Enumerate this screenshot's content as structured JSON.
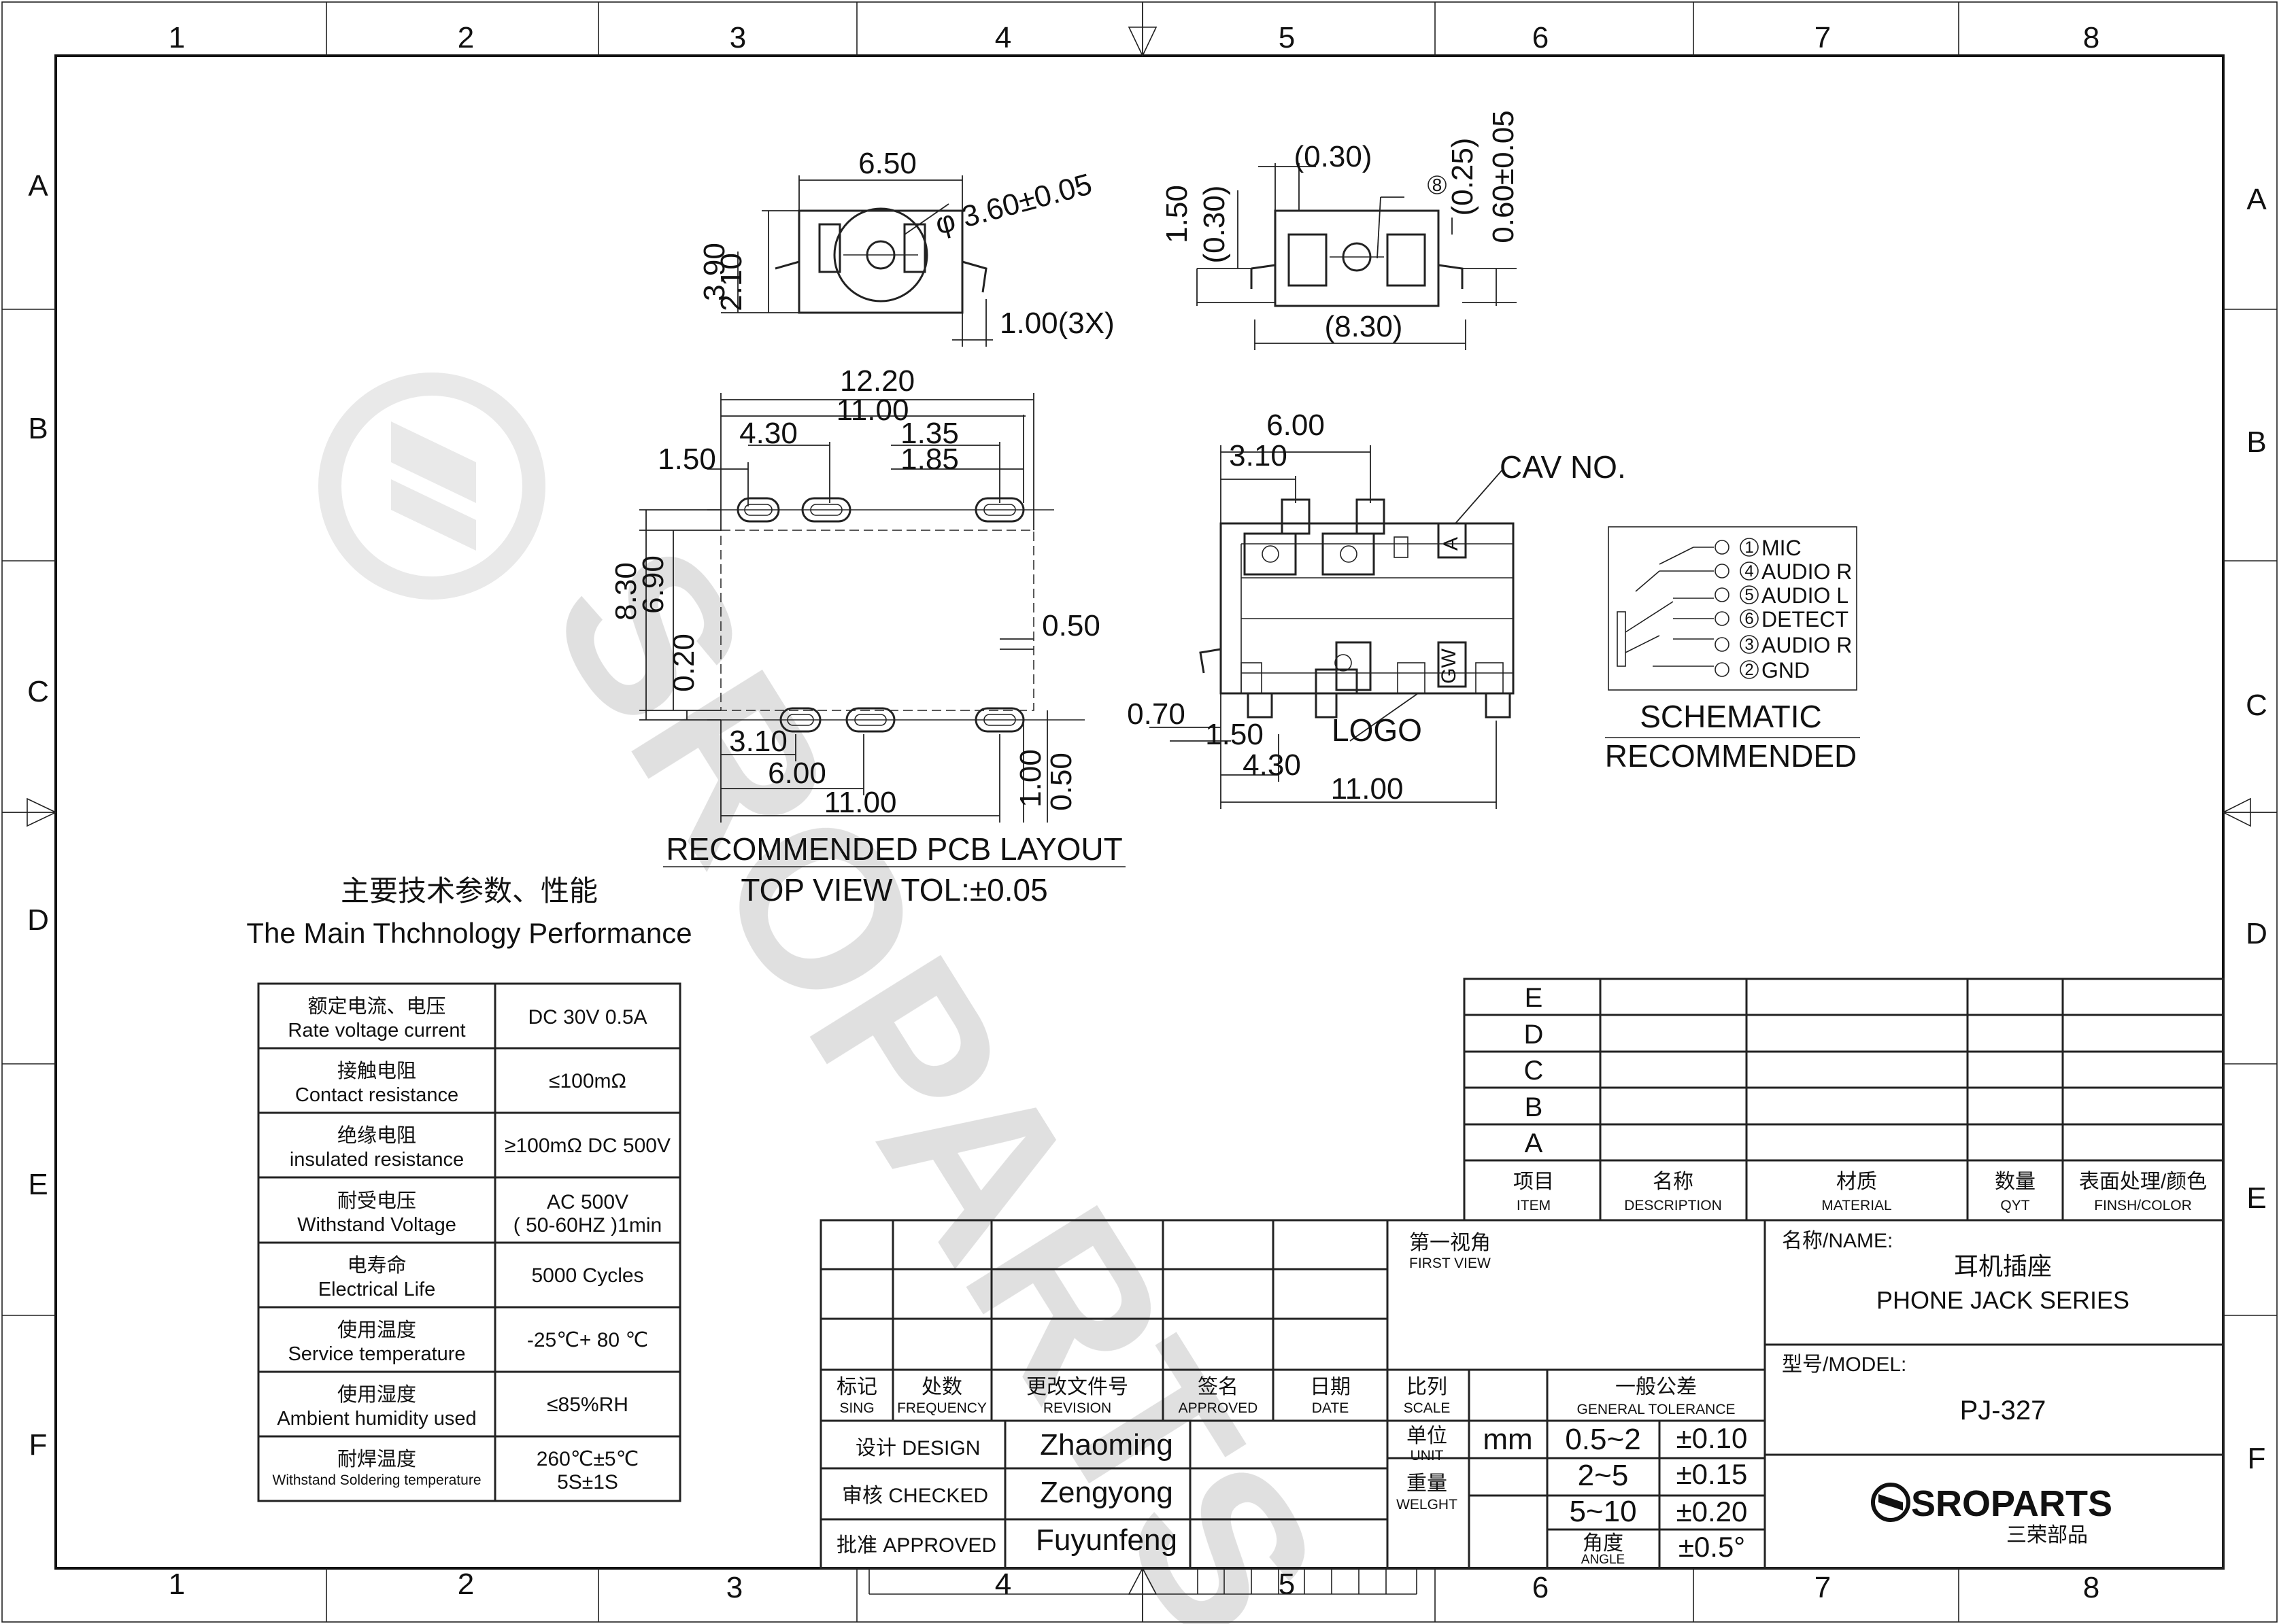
{
  "frame": {
    "columns": [
      "1",
      "2",
      "3",
      "4",
      "5",
      "6",
      "7",
      "8"
    ],
    "rows": [
      "A",
      "B",
      "C",
      "D",
      "E",
      "F"
    ]
  },
  "top_views": {
    "front": {
      "width": "6.50",
      "diameter": "φ 3.60±0.05",
      "height": "3.90",
      "lower": "2.10",
      "pin_pitch": "1.00(3X)"
    },
    "side": {
      "top": "(0.30)",
      "h1": "1.50",
      "h2": "(0.30)",
      "callout": "8",
      "h3": "(0.25)",
      "h4": "0.60±0.05",
      "bottom": "(8.30)"
    }
  },
  "pcb_layout": {
    "dims": [
      "12.20",
      "11.00",
      "4.30",
      "1.35",
      "1.85",
      "1.50",
      "8.30",
      "6.90",
      "0.20",
      "0.50",
      "3.10",
      "6.00",
      "11.00",
      "1.00",
      "0.50"
    ],
    "title": "RECOMMENDED PCB LAYOUT",
    "subtitle": "TOP VIEW TOL:±0.05"
  },
  "product_view": {
    "dims": [
      "6.00",
      "3.10",
      "0.70",
      "1.50",
      "4.30",
      "11.00"
    ],
    "cav_label": "CAV NO.",
    "cav_mark": "A",
    "brand_mark": "GW",
    "logo_label": "LOGO"
  },
  "schematic": {
    "pins": [
      {
        "num": "1",
        "label": "MIC"
      },
      {
        "num": "4",
        "label": "AUDIO R"
      },
      {
        "num": "5",
        "label": "AUDIO L"
      },
      {
        "num": "6",
        "label": "DETECT"
      },
      {
        "num": "3",
        "label": "AUDIO R"
      },
      {
        "num": "2",
        "label": "GND"
      }
    ],
    "title1": "SCHEMATIC",
    "title2": "RECOMMENDED"
  },
  "watermark": "SROPARTS",
  "specs": {
    "heading_cn": "主要技术参数、性能",
    "heading_en": "The Main Thchnology Performance",
    "rows": [
      {
        "cn": "额定电流、电压",
        "en": "Rate voltage current",
        "value": "DC 30V   0.5A"
      },
      {
        "cn": "接触电阻",
        "en": "Contact resistance",
        "value": "≤100mΩ"
      },
      {
        "cn": "绝缘电阻",
        "en": "insulated resistance",
        "value": "≥100mΩ DC 500V"
      },
      {
        "cn": "耐受电压",
        "en": "Withstand Voltage",
        "value": "AC 500V\n( 50-60HZ )1min"
      },
      {
        "cn": "电寿命",
        "en": "Electrical Life",
        "value": "5000 Cycles"
      },
      {
        "cn": "使用温度",
        "en": "Service temperature",
        "value": "-25℃+ 80 ℃"
      },
      {
        "cn": "使用湿度",
        "en": "Ambient humidity used",
        "value": "≤85%RH"
      },
      {
        "cn": "耐焊温度",
        "en": "Withstand Soldering temperature",
        "value": "260℃±5℃\n5S±1S"
      }
    ]
  },
  "bom": {
    "rows": [
      "E",
      "D",
      "C",
      "B",
      "A"
    ],
    "headers": [
      {
        "cn": "项目",
        "en": "ITEM"
      },
      {
        "cn": "名称",
        "en": "DESCRIPTION"
      },
      {
        "cn": "材质",
        "en": "MATERIAL"
      },
      {
        "cn": "数量",
        "en": "QYT"
      },
      {
        "cn": "表面处理/颜色",
        "en": "FINSH/COLOR"
      }
    ]
  },
  "title_block": {
    "rev_headers": [
      {
        "cn": "标记",
        "en": "SING"
      },
      {
        "cn": "处数",
        "en": "FREQUENCY"
      },
      {
        "cn": "更改文件号",
        "en": "REVISION"
      },
      {
        "cn": "签名",
        "en": "APPROVED"
      },
      {
        "cn": "日期",
        "en": "DATE"
      }
    ],
    "people": [
      {
        "role": "设计 DESIGN",
        "name": "Zhaoming"
      },
      {
        "role": "审核 CHECKED",
        "name": "Zengyong"
      },
      {
        "role": "批准 APPROVED",
        "name": "Fuyunfeng"
      }
    ],
    "view_cn": "第一视角",
    "view_en": "FIRST VIEW",
    "scale_cn": "比列",
    "scale_en": "SCALE",
    "tol_cn": "一般公差",
    "tol_en": "GENERAL TOLERANCE",
    "unit_cn": "单位",
    "unit_en": "UNIT",
    "unit": "mm",
    "weight_cn": "重量",
    "weight_en": "WELGHT",
    "angle_cn": "角度",
    "angle_en": "ANGLE",
    "tolerances": [
      {
        "range": "0.5~2",
        "tol": "±0.10"
      },
      {
        "range": "2~5",
        "tol": "±0.15"
      },
      {
        "range": "5~10",
        "tol": "±0.20"
      }
    ],
    "angle_tol": "±0.5°",
    "name_label": "名称/NAME:",
    "name_cn": "耳机插座",
    "name_en": "PHONE JACK SERIES",
    "model_label": "型号/MODEL:",
    "model": "PJ-327",
    "logo": "SROPARTS",
    "logo_cn": "三荣部品"
  }
}
